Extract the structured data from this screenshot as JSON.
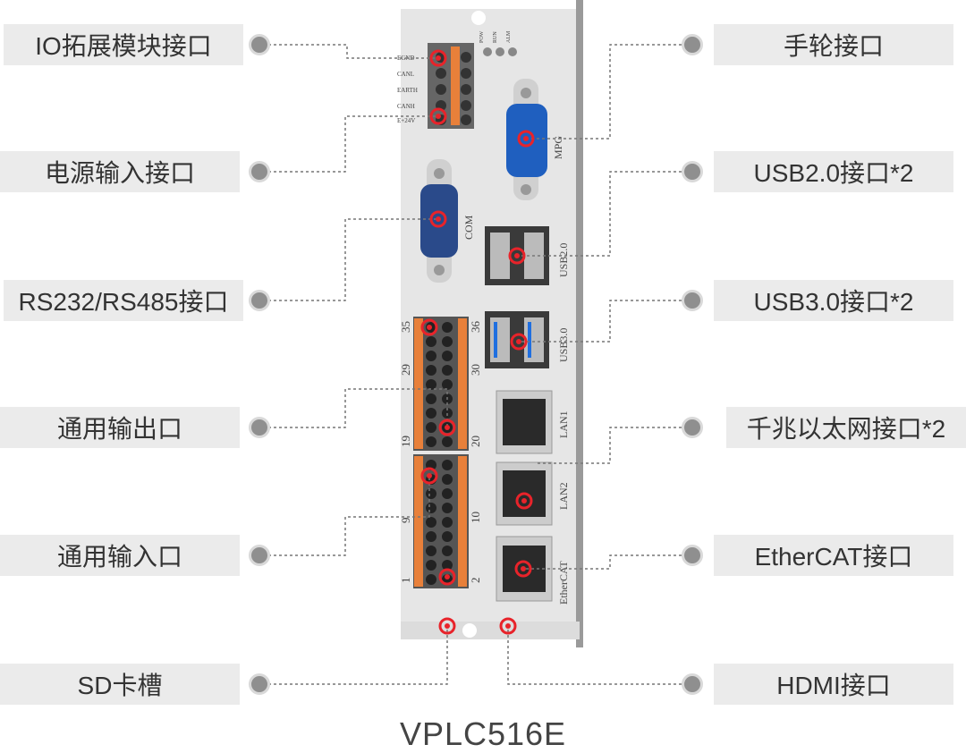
{
  "model": "VPLC516E",
  "labels": {
    "io_ext": "IO拓展模块接口",
    "power": "电源输入接口",
    "rs": "RS232/RS485接口",
    "out": "通用输出口",
    "in": "通用输入口",
    "sd": "SD卡槽",
    "mpg": "手轮接口",
    "usb2": "USB2.0接口*2",
    "usb3": "USB3.0接口*2",
    "lan": "千兆以太网接口*2",
    "ecat": "EtherCAT接口",
    "hdmi": "HDMI接口"
  },
  "panel": {
    "leds": [
      "POW",
      "RUN",
      "ALM"
    ],
    "power_pins": [
      "EGND",
      "CANL",
      "EARTH",
      "CANH",
      "E+24V"
    ],
    "com": "COM",
    "mpg": "MPG",
    "usb2": "USB2.0",
    "usb3": "USB3.0",
    "lan1": "LAN1",
    "lan2": "LAN2",
    "ethercat": "EtherCAT",
    "pin_nums": [
      "35",
      "29",
      "19",
      "9",
      "1",
      "36",
      "30",
      "20",
      "10",
      "2"
    ]
  },
  "colors": {
    "accent": "#e8232a",
    "connector_orange": "#e8803a",
    "db_blue": "#1f5fbf",
    "com_blue": "#2a4a8a"
  }
}
